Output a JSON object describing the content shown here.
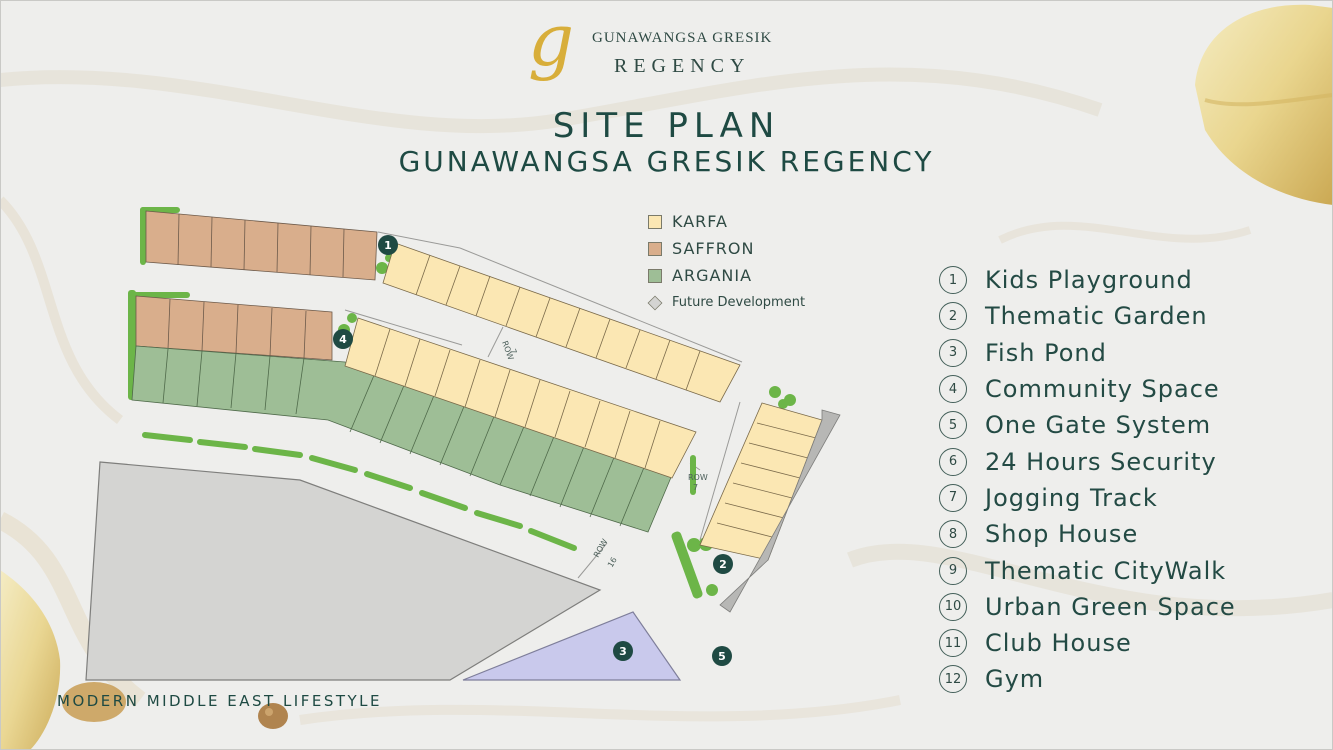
{
  "brand": {
    "monogram": "g",
    "name_line1": "GUNAWANGSA GRESIK",
    "name_line2": "REGENCY"
  },
  "title": {
    "line1": "SITE PLAN",
    "line2": "GUNAWANGSA GRESIK REGENCY"
  },
  "legend": [
    {
      "label": "KARFA",
      "color": "#fbe7b3"
    },
    {
      "label": "SAFFRON",
      "color": "#d9ae8c"
    },
    {
      "label": "ARGANIA",
      "color": "#9ebe96"
    },
    {
      "label": "Future Development",
      "color": "#d4d4d2"
    }
  ],
  "facilities": [
    {
      "num": "1",
      "label": "Kids Playground"
    },
    {
      "num": "2",
      "label": "Thematic Garden"
    },
    {
      "num": "3",
      "label": "Fish Pond"
    },
    {
      "num": "4",
      "label": "Community Space"
    },
    {
      "num": "5",
      "label": "One Gate System"
    },
    {
      "num": "6",
      "label": "24 Hours Security"
    },
    {
      "num": "7",
      "label": "Jogging Track"
    },
    {
      "num": "8",
      "label": "Shop House"
    },
    {
      "num": "9",
      "label": "Thematic CityWalk"
    },
    {
      "num": "10",
      "label": "Urban Green Space"
    },
    {
      "num": "11",
      "label": "Club House"
    },
    {
      "num": "12",
      "label": "Gym"
    }
  ],
  "map": {
    "markers": [
      "1",
      "2",
      "3",
      "4",
      "5"
    ],
    "roads": [
      {
        "label": "ROW",
        "sub": "7"
      },
      {
        "label": "ROW",
        "sub": "7"
      },
      {
        "label": "ROW",
        "sub": "16"
      }
    ]
  },
  "colors": {
    "karfa": "#fbe7b3",
    "saffron": "#d9ae8c",
    "argania": "#9ebe96",
    "future": "#d4d4d2",
    "pond": "#c9c9ec",
    "marker": "#1f4a43",
    "hedge": "#6cb548"
  },
  "tagline": "MODERN MIDDLE EAST LIFESTYLE"
}
